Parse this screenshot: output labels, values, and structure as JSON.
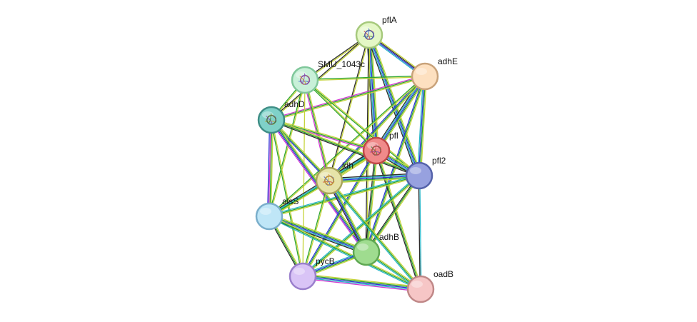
{
  "network": {
    "nodes": [
      {
        "id": "pflA",
        "label": "pflA",
        "fill": "#e4f7c6",
        "stroke": "#a6c97c",
        "structure": true
      },
      {
        "id": "adhE",
        "label": "adhE",
        "fill": "#fde0c0",
        "stroke": "#c8a27a",
        "structure": false
      },
      {
        "id": "SMU_1043c",
        "label": "SMU_1043c",
        "fill": "#c8f0d8",
        "stroke": "#7fc79a",
        "structure": true
      },
      {
        "id": "adhD",
        "label": "adhD",
        "fill": "#7fd1c8",
        "stroke": "#3f8e86",
        "structure": true
      },
      {
        "id": "pfl",
        "label": "pfl",
        "fill": "#f08a8a",
        "stroke": "#c04848",
        "structure": true
      },
      {
        "id": "pfl2",
        "label": "pfl2",
        "fill": "#97a1df",
        "stroke": "#5563aa",
        "structure": false
      },
      {
        "id": "ldh",
        "label": "ldh",
        "fill": "#e6e3a8",
        "stroke": "#a8a45c",
        "structure": true
      },
      {
        "id": "alsS",
        "label": "alsS",
        "fill": "#bfe6f7",
        "stroke": "#79aecb",
        "structure": false
      },
      {
        "id": "adhB",
        "label": "adhB",
        "fill": "#9fdc8f",
        "stroke": "#5fa852",
        "structure": false
      },
      {
        "id": "pycB",
        "label": "pycB",
        "fill": "#d9c4f6",
        "stroke": "#9a7fcc",
        "structure": false
      },
      {
        "id": "oadB",
        "label": "oadB",
        "fill": "#f6c6c6",
        "stroke": "#c08888",
        "structure": false
      }
    ],
    "edge_colors": {
      "yellow": "#c6d43c",
      "green": "#2ea52e",
      "blue": "#2b33d6",
      "cyan": "#27b5c7",
      "magenta": "#d13ad1",
      "black": "#2b2b2b"
    },
    "edges": [
      {
        "from": "pflA",
        "to": "adhE",
        "types": [
          "yellow",
          "black",
          "blue",
          "cyan"
        ]
      },
      {
        "from": "pflA",
        "to": "SMU_1043c",
        "types": [
          "yellow",
          "black"
        ]
      },
      {
        "from": "pflA",
        "to": "adhD",
        "types": [
          "yellow",
          "black"
        ]
      },
      {
        "from": "pflA",
        "to": "pfl",
        "types": [
          "yellow",
          "green",
          "blue",
          "cyan",
          "black"
        ]
      },
      {
        "from": "pflA",
        "to": "pfl2",
        "types": [
          "yellow",
          "green",
          "blue",
          "cyan",
          "black"
        ]
      },
      {
        "from": "pflA",
        "to": "ldh",
        "types": [
          "yellow",
          "black"
        ]
      },
      {
        "from": "pflA",
        "to": "adhB",
        "types": [
          "yellow",
          "black"
        ]
      },
      {
        "from": "adhE",
        "to": "SMU_1043c",
        "types": [
          "yellow",
          "green"
        ]
      },
      {
        "from": "adhE",
        "to": "adhD",
        "types": [
          "yellow",
          "green",
          "magenta"
        ]
      },
      {
        "from": "adhE",
        "to": "pfl",
        "types": [
          "yellow",
          "green",
          "blue",
          "cyan",
          "black"
        ]
      },
      {
        "from": "adhE",
        "to": "pfl2",
        "types": [
          "yellow",
          "green",
          "blue",
          "cyan"
        ]
      },
      {
        "from": "adhE",
        "to": "ldh",
        "types": [
          "yellow",
          "green",
          "blue"
        ]
      },
      {
        "from": "adhE",
        "to": "alsS",
        "types": [
          "yellow",
          "green"
        ]
      },
      {
        "from": "adhE",
        "to": "adhB",
        "types": [
          "yellow",
          "green",
          "blue"
        ]
      },
      {
        "from": "SMU_1043c",
        "to": "adhD",
        "types": [
          "yellow",
          "green"
        ]
      },
      {
        "from": "SMU_1043c",
        "to": "pfl",
        "types": [
          "yellow",
          "green"
        ]
      },
      {
        "from": "SMU_1043c",
        "to": "pfl2",
        "types": [
          "yellow",
          "green"
        ]
      },
      {
        "from": "SMU_1043c",
        "to": "ldh",
        "types": [
          "yellow",
          "green",
          "magenta"
        ]
      },
      {
        "from": "SMU_1043c",
        "to": "alsS",
        "types": [
          "yellow",
          "green"
        ]
      },
      {
        "from": "SMU_1043c",
        "to": "pycB",
        "types": [
          "yellow"
        ]
      },
      {
        "from": "adhD",
        "to": "pfl",
        "types": [
          "yellow",
          "green",
          "magenta"
        ]
      },
      {
        "from": "adhD",
        "to": "pfl2",
        "types": [
          "yellow",
          "green",
          "black"
        ]
      },
      {
        "from": "adhD",
        "to": "ldh",
        "types": [
          "yellow",
          "green",
          "blue"
        ]
      },
      {
        "from": "adhD",
        "to": "alsS",
        "types": [
          "yellow",
          "green",
          "magenta",
          "blue"
        ]
      },
      {
        "from": "adhD",
        "to": "adhB",
        "types": [
          "yellow",
          "green",
          "blue",
          "magenta"
        ]
      },
      {
        "from": "adhD",
        "to": "pycB",
        "types": [
          "yellow",
          "green"
        ]
      },
      {
        "from": "pfl",
        "to": "pfl2",
        "types": [
          "yellow",
          "green",
          "blue",
          "cyan",
          "black"
        ]
      },
      {
        "from": "pfl",
        "to": "ldh",
        "types": [
          "yellow",
          "green",
          "blue",
          "cyan",
          "black"
        ]
      },
      {
        "from": "pfl",
        "to": "alsS",
        "types": [
          "yellow",
          "green",
          "cyan",
          "black"
        ]
      },
      {
        "from": "pfl",
        "to": "adhB",
        "types": [
          "yellow",
          "green",
          "black"
        ]
      },
      {
        "from": "pfl",
        "to": "pycB",
        "types": [
          "yellow",
          "green",
          "blue"
        ]
      },
      {
        "from": "pfl",
        "to": "oadB",
        "types": [
          "yellow",
          "green",
          "black"
        ]
      },
      {
        "from": "pfl2",
        "to": "ldh",
        "types": [
          "yellow",
          "green",
          "blue",
          "cyan",
          "black"
        ]
      },
      {
        "from": "pfl2",
        "to": "alsS",
        "types": [
          "yellow",
          "green",
          "cyan"
        ]
      },
      {
        "from": "pfl2",
        "to": "adhB",
        "types": [
          "yellow",
          "green",
          "black"
        ]
      },
      {
        "from": "pfl2",
        "to": "pycB",
        "types": [
          "yellow",
          "green",
          "cyan"
        ]
      },
      {
        "from": "pfl2",
        "to": "oadB",
        "types": [
          "cyan",
          "black"
        ]
      },
      {
        "from": "ldh",
        "to": "alsS",
        "types": [
          "yellow",
          "green",
          "cyan"
        ]
      },
      {
        "from": "ldh",
        "to": "adhB",
        "types": [
          "yellow",
          "green",
          "blue",
          "black"
        ]
      },
      {
        "from": "ldh",
        "to": "pycB",
        "types": [
          "yellow",
          "green"
        ]
      },
      {
        "from": "ldh",
        "to": "oadB",
        "types": [
          "yellow",
          "green",
          "cyan"
        ]
      },
      {
        "from": "alsS",
        "to": "adhB",
        "types": [
          "yellow",
          "green",
          "blue",
          "cyan",
          "black"
        ]
      },
      {
        "from": "alsS",
        "to": "pycB",
        "types": [
          "yellow",
          "green",
          "black"
        ]
      },
      {
        "from": "alsS",
        "to": "oadB",
        "types": [
          "yellow",
          "green",
          "cyan"
        ]
      },
      {
        "from": "adhB",
        "to": "pycB",
        "types": [
          "yellow",
          "green",
          "blue",
          "cyan"
        ]
      },
      {
        "from": "adhB",
        "to": "oadB",
        "types": [
          "yellow",
          "green",
          "cyan"
        ]
      },
      {
        "from": "pycB",
        "to": "oadB",
        "types": [
          "yellow",
          "green",
          "blue",
          "cyan",
          "magenta"
        ]
      }
    ]
  }
}
